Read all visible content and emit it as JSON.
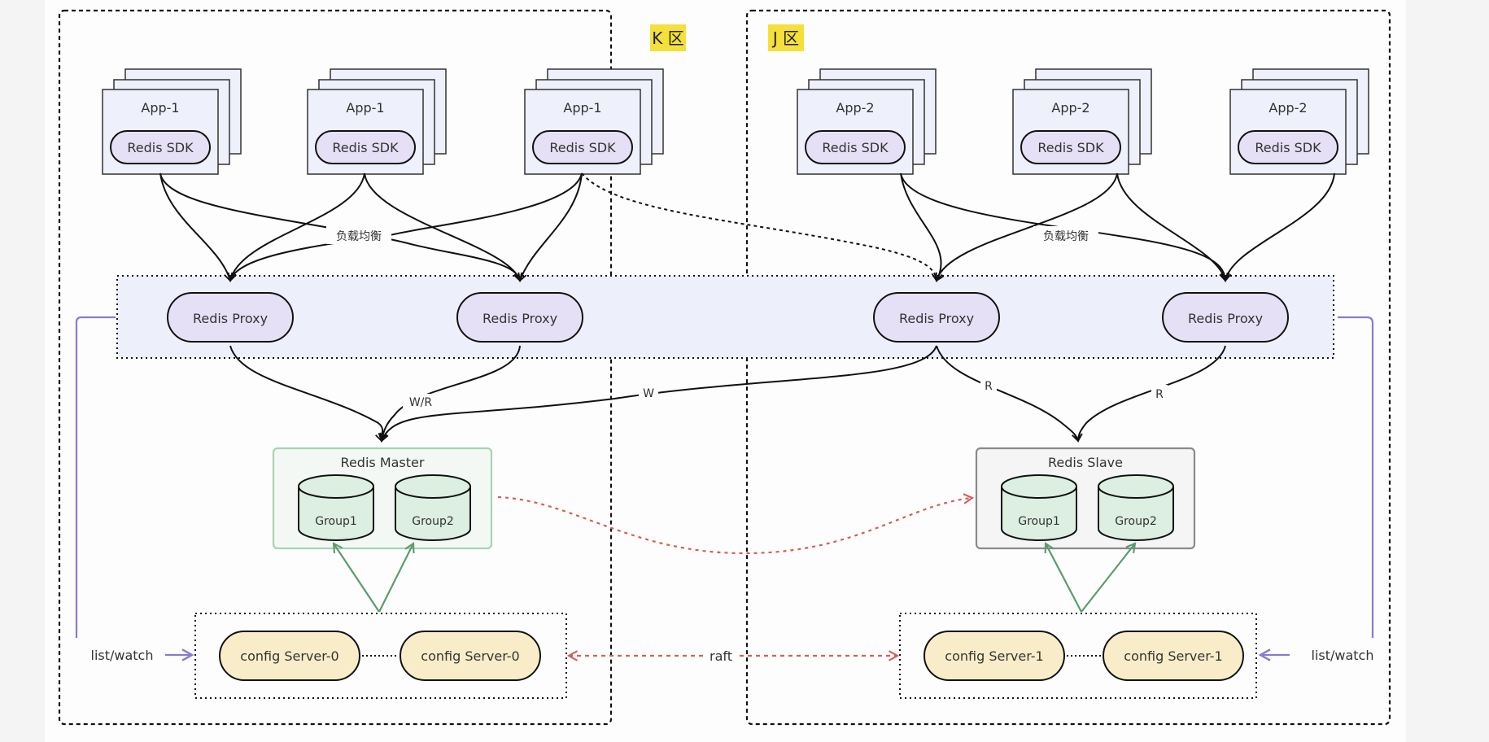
{
  "zones": [
    {
      "id": "k",
      "label": "K 区",
      "highlight": "#f5e03a"
    },
    {
      "id": "j",
      "label": "J 区",
      "highlight": "#f5e03a"
    }
  ],
  "apps": {
    "k": [
      {
        "name": "App-1",
        "sdk": "Redis SDK"
      },
      {
        "name": "App-1",
        "sdk": "Redis SDK"
      },
      {
        "name": "App-1",
        "sdk": "Redis SDK"
      }
    ],
    "j": [
      {
        "name": "App-2",
        "sdk": "Redis SDK"
      },
      {
        "name": "App-2",
        "sdk": "Redis SDK"
      },
      {
        "name": "App-2",
        "sdk": "Redis SDK"
      }
    ]
  },
  "load_balance_label": "负载均衡",
  "proxies": [
    "Redis Proxy",
    "Redis Proxy",
    "Redis Proxy",
    "Redis Proxy"
  ],
  "edge_labels": {
    "wr": "W/R",
    "w": "W",
    "r1": "R",
    "r2": "R",
    "raft": "raft",
    "list_watch_left": "list/watch",
    "list_watch_right": "list/watch"
  },
  "master": {
    "title": "Redis Master",
    "groups": [
      "Group1",
      "Group2"
    ]
  },
  "slave": {
    "title": "Redis Slave",
    "groups": [
      "Group1",
      "Group2"
    ]
  },
  "config_servers": {
    "k": [
      "config Server-0",
      "config Server-0"
    ],
    "j": [
      "config Server-1",
      "config Server-1"
    ]
  },
  "colors": {
    "app_fill": "#eef0fb",
    "sdk_fill": "#e6e0f7",
    "proxy_band": "#edf0fb",
    "proxy_fill": "#e6e0f7",
    "master_border": "#a8d4b4",
    "db_fill": "#dcefe1",
    "config_fill": "#f8edc8",
    "green_arrow": "#5c9a6e",
    "red_dashed": "#d0605a",
    "purple_line": "#8a7ad0"
  }
}
